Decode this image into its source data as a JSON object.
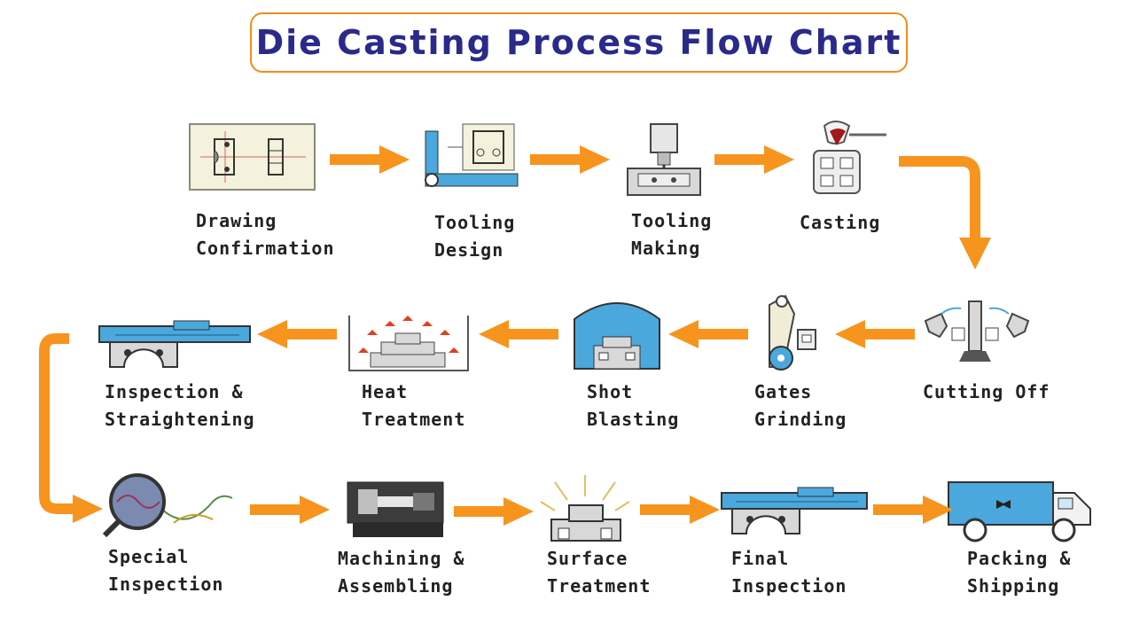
{
  "title": "Die Casting Process Flow Chart",
  "colors": {
    "arrow": "#f7941d",
    "title_border": "#f28c1b",
    "title_text": "#2a2a8a",
    "part_blue": "#4aa8dc",
    "dark": "#333333"
  },
  "steps": [
    {
      "id": "drawing-confirmation",
      "icon": "drawing-icon",
      "lines": [
        "Drawing",
        "Confirmation"
      ]
    },
    {
      "id": "tooling-design",
      "icon": "tooling-design-icon",
      "lines": [
        "Tooling",
        "Design"
      ]
    },
    {
      "id": "tooling-making",
      "icon": "tooling-making-icon",
      "lines": [
        "Tooling",
        "Making"
      ]
    },
    {
      "id": "casting",
      "icon": "casting-icon",
      "lines": [
        "Casting"
      ]
    },
    {
      "id": "cutting-off",
      "icon": "cutting-off-icon",
      "lines": [
        "Cutting Off"
      ]
    },
    {
      "id": "gates-grinding",
      "icon": "gates-grinding-icon",
      "lines": [
        "Gates",
        "Grinding"
      ]
    },
    {
      "id": "shot-blasting",
      "icon": "shot-blasting-icon",
      "lines": [
        "Shot",
        "Blasting"
      ]
    },
    {
      "id": "heat-treatment",
      "icon": "heat-treatment-icon",
      "lines": [
        "Heat",
        "Treatment"
      ]
    },
    {
      "id": "inspection-straightening",
      "icon": "caliper-icon",
      "lines": [
        "Inspection &",
        "Straightening"
      ]
    },
    {
      "id": "special-inspection",
      "icon": "magnifier-icon",
      "lines": [
        "Special",
        "Inspection"
      ]
    },
    {
      "id": "machining-assembling",
      "icon": "lathe-icon",
      "lines": [
        "Machining &",
        "Assembling"
      ]
    },
    {
      "id": "surface-treatment",
      "icon": "surface-treatment-icon",
      "lines": [
        "Surface",
        "Treatment"
      ]
    },
    {
      "id": "final-inspection",
      "icon": "final-caliper-icon",
      "lines": [
        "Final",
        "Inspection"
      ]
    },
    {
      "id": "packing-shipping",
      "icon": "truck-icon",
      "lines": [
        "Packing &",
        "Shipping"
      ]
    }
  ]
}
